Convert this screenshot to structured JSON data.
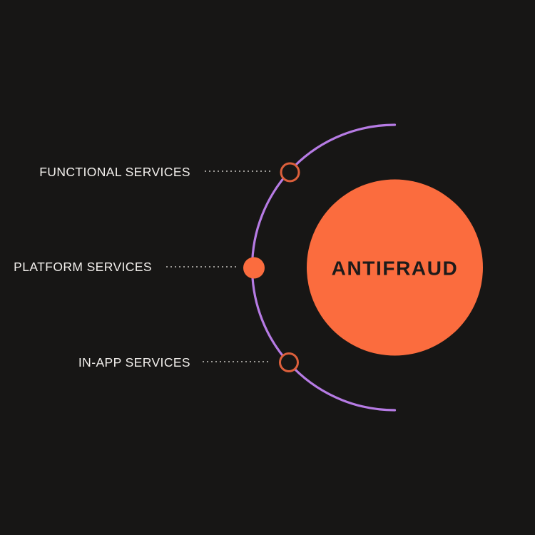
{
  "colors": {
    "background": "#171615",
    "orange": "#FB6C3E",
    "purple": "#B67BE4",
    "ring_stroke": "#DC5F3B",
    "label_text": "#F3F0ED",
    "dotted_line": "#C9C5C1",
    "center_text": "#1D1B1A"
  },
  "diagram": {
    "center_label": "ANTIFRAUD",
    "nodes": [
      {
        "label": "FUNCTIONAL SERVICES",
        "marker": "outline-ring"
      },
      {
        "label": "PLATFORM SERVICES",
        "marker": "filled-dot"
      },
      {
        "label": "IN-APP SERVICES",
        "marker": "outline-ring"
      }
    ]
  }
}
